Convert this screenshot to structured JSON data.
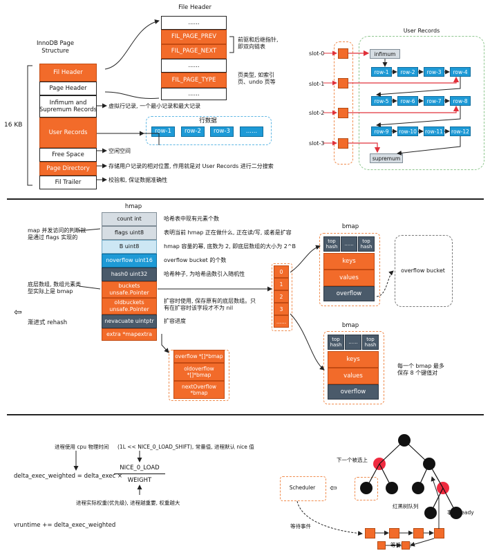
{
  "innodb": {
    "page_title": "InnoDB Page\nStructure",
    "size_label": "16 KB",
    "rows": [
      {
        "label": "Fil Header",
        "style": "orange"
      },
      {
        "label": "Page Header",
        "style": "white"
      },
      {
        "label": "Infimum and\nSupremum Records",
        "style": "white"
      },
      {
        "label": "User Records",
        "style": "orange"
      },
      {
        "label": "Free Space",
        "style": "white"
      },
      {
        "label": "Page Directory",
        "style": "orange"
      },
      {
        "label": "Fil Trailer",
        "style": "white"
      }
    ],
    "file_header": {
      "title": "File Header",
      "dots1": "......",
      "prev": "FIL_PAGE_PREV",
      "next": "FIL_PAGE_NEXT",
      "dots2": "......",
      "type": "FIL_PAGE_TYPE",
      "dots3": "......",
      "note_prev_next": "前驱和后继指针,\n即双向链表",
      "note_type": "页类型, 如索引\n页、undo 页等"
    },
    "notes": {
      "infimum": "虚拟行记录, 一个最小记录和最大记录",
      "free_space": "空闲空间",
      "page_directory": "存储用户记录的相对位置, 作用就是对 User Records 进行二分搜索",
      "fil_trailer": "校验和, 保证数据准确性"
    },
    "row_data": {
      "title": "行数据",
      "rows": [
        "row-1",
        "row-2",
        "row-3",
        "......"
      ]
    }
  },
  "user_records": {
    "title": "User Records",
    "slots": [
      "slot-0",
      "slot-1",
      "slot-2",
      "slot-3"
    ],
    "infimum": "infimum",
    "supremum": "supremum",
    "rows": [
      [
        "row-1",
        "row-2",
        "row-3",
        "row-4"
      ],
      [
        "row-5",
        "row-6",
        "row-7",
        "row-8"
      ],
      [
        "row-9",
        "row-10",
        "row-11",
        "row-12"
      ]
    ]
  },
  "hmap": {
    "title": "hmap",
    "fields": [
      {
        "label": "count int",
        "style": "lgray",
        "note": "哈希表中现有元素个数"
      },
      {
        "label": "flags uint8",
        "style": "lgray",
        "note": "表明当前 hmap 正在做什么, 正在读/写, 或者是扩容"
      },
      {
        "label": "B uint8",
        "style": "lblue",
        "note": "hmap 容量的幂, 底数为 2, 即底层数组的大小为 2^B"
      },
      {
        "label": "noverflow uint16",
        "style": "blue",
        "note": "overflow bucket 的个数"
      },
      {
        "label": "hash0 uint32",
        "style": "gray",
        "note": "哈希种子, 为哈希函数引入随机性"
      },
      {
        "label": "buckets\nunsafe.Pointer",
        "style": "orange",
        "note": ""
      },
      {
        "label": "oldbuckets\nunsafe.Pointer",
        "style": "orange",
        "note": "扩容时使用, 保存原有的底层数组。只\n有在扩容时该字段才不为 nil"
      },
      {
        "label": "nevacuate uintptr",
        "style": "gray",
        "note": "扩容进度"
      },
      {
        "label": "extra *mapextra",
        "style": "orange",
        "note": ""
      }
    ],
    "left_note_flags": "map 并发访问的判断就\n是通过 flags 实现的",
    "left_note_buckets": "底层数组, 数组元素类\n型实际上是 bmap",
    "rehash": "渐进式 rehash",
    "array_indexes": [
      "0",
      "1",
      "2",
      "3",
      "......"
    ],
    "extra": [
      "overflow *[]*bmap",
      "oldoverflow\n*[]*bmap",
      "nextOverflow\n*bmap"
    ],
    "bmap_title": "bmap",
    "bmap": {
      "top_hash": "top\nhash",
      "dots": "......",
      "keys": "keys",
      "values": "values",
      "overflow": "overflow"
    },
    "overflow_bucket": "overflow bucket",
    "bmap_note": "每一个 bmap 最多\n保存 8 个键值对"
  },
  "cfs": {
    "cpu_time_note": "进程使用 cpu 物理时间",
    "const_note": "(1L << NICE_0_LOAD_SHIFT), 常量值, 进程默认 nice 值",
    "formula_lhs": "delta_exec_weighted = delta_exec ×",
    "numerator": "NICE_0_LOAD",
    "denominator": "WEIGHT",
    "weight_note": "进程实际权重(优先级), 进程越重要, 权重越大",
    "vruntime": "vruntime += delta_exec_weighted",
    "next_pick": "下一个被选上",
    "rbtree": "红黑树队列",
    "scheduler": "Scheduler",
    "wait_event": "等待事件",
    "event_ready": "事件 ready",
    "wait_queue": "等待队列"
  }
}
